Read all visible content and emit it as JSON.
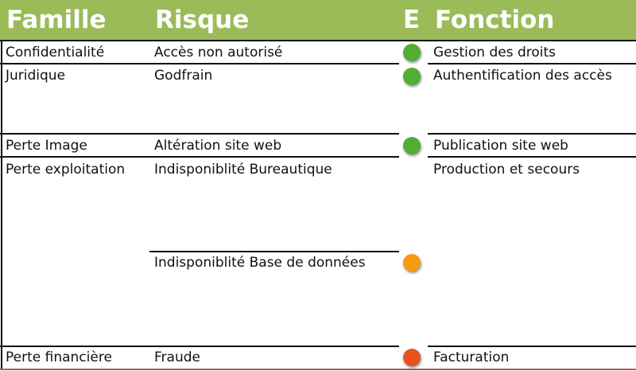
{
  "headers": {
    "famille": "Famille",
    "risque": "Risque",
    "e": "E",
    "fonction": "Fonction"
  },
  "rows": [
    {
      "famille": "Confidentialité",
      "risque": "Accès non autorisé",
      "fonction": "Gestion des droits",
      "status": "green"
    },
    {
      "famille": "Juridique",
      "risque": "Godfrain",
      "fonction": "Authentification des accès",
      "status": "green"
    },
    {
      "famille": "Perte Image",
      "risque": "Altération site web",
      "fonction": "Publication site web",
      "status": "green"
    },
    {
      "famille": "Perte exploitation",
      "risque": "Indisponiblité Bureautique",
      "fonction": "Production et secours"
    },
    {
      "risque": "Indisponiblité Base de données",
      "status": "orange"
    },
    {
      "famille": "Perte financière",
      "risque": "Fraude",
      "fonction": "Facturation",
      "status": "red"
    }
  ],
  "colors": {
    "header": "#9bbb59",
    "green": "#4fae33",
    "orange": "#f79a10",
    "red": "#e8521c"
  }
}
